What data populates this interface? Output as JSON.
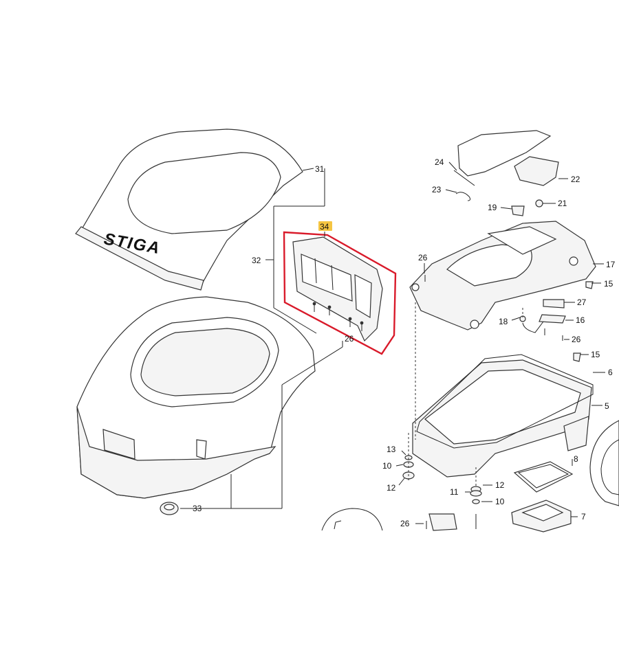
{
  "brand_logo_text": "STIGA",
  "highlight": {
    "callout": "34",
    "callout_bg": "#f5c542",
    "frame_color": "#d91a2a"
  },
  "callouts": {
    "c31": "31",
    "c34": "34",
    "c32": "32",
    "c26a": "26",
    "c33": "33",
    "c24": "24",
    "c22": "22",
    "c23": "23",
    "c19": "19",
    "c21": "21",
    "c26b": "26",
    "c17": "17",
    "c15a": "15",
    "c27": "27",
    "c18": "18",
    "c16": "16",
    "c26c": "26",
    "c15b": "15",
    "c6": "6",
    "c5": "5",
    "c13": "13",
    "c10a": "10",
    "c12a": "12",
    "c8": "8",
    "c12b": "12",
    "c11": "11",
    "c10b": "10",
    "c7": "7",
    "c26d": "26"
  }
}
